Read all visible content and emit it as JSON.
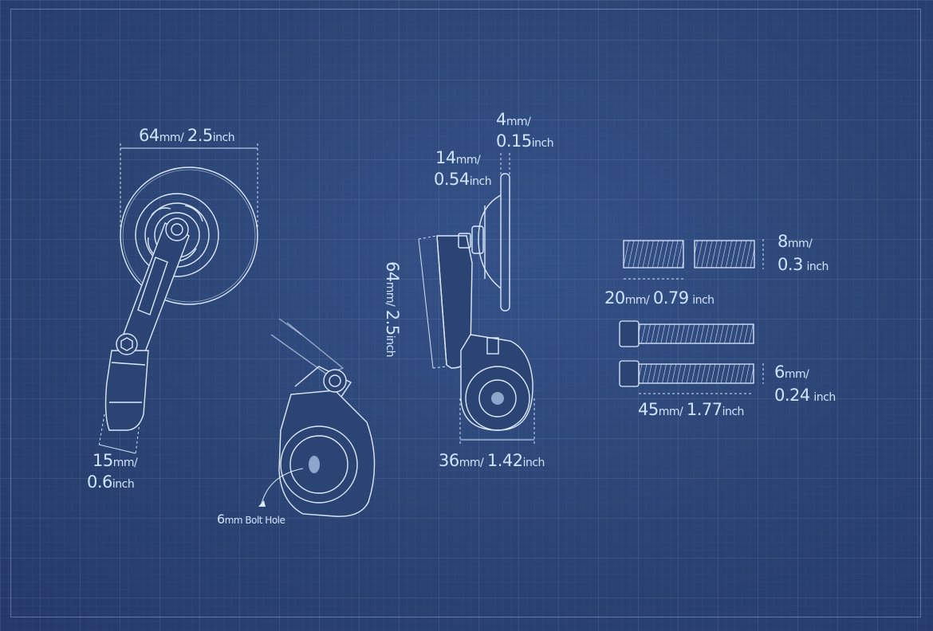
{
  "labels": {
    "mirror_width": {
      "value": "64",
      "unit": "mm",
      "sep": "/",
      "value2": "2.5",
      "unit2": "inch"
    },
    "arm_width": {
      "value": "15",
      "unit": "mm",
      "sep": "/",
      "value2": "0.6",
      "unit2": "inch"
    },
    "bolt_hole": {
      "value": "6",
      "unit": "mm Bolt Hole"
    },
    "glass_thickness": {
      "value": "4",
      "unit": "mm",
      "sep": "/",
      "value2": "0.15",
      "unit2": "inch"
    },
    "head_depth": {
      "value": "14",
      "unit": "mm",
      "sep": "/",
      "value2": "0.54",
      "unit2": "inch"
    },
    "arm_length": {
      "value": "64",
      "unit": "mm",
      "sep": "/",
      "value2": "2.5",
      "unit2": "inch"
    },
    "clamp_width": {
      "value": "36",
      "unit": "mm",
      "sep": "/",
      "value2": "1.42",
      "unit2": "inch"
    },
    "spacer_diameter": {
      "value": "8",
      "unit": "mm",
      "sep": "/",
      "value2": "0.3",
      "unit2": "inch"
    },
    "spacer_length": {
      "value": "20",
      "unit": "mm",
      "sep": "/",
      "value2": "0.79",
      "unit2": "inch"
    },
    "bolt_diameter": {
      "value": "6",
      "unit": "mm",
      "sep": "/",
      "value2": "0.24",
      "unit2": "inch"
    },
    "bolt_length": {
      "value": "45",
      "unit": "mm",
      "sep": "/",
      "value2": "1.77",
      "unit2": "inch"
    }
  },
  "colors": {
    "background": "#2b4474",
    "line": "#dce9ff",
    "dimension": "#cfe4ff"
  }
}
